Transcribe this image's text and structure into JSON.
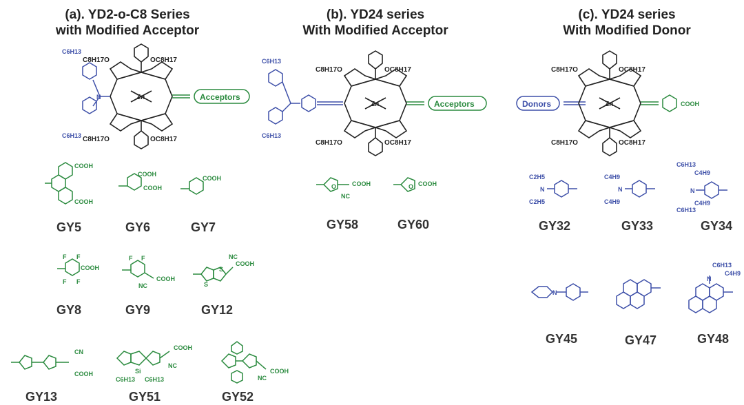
{
  "panels": [
    {
      "line1": "(a). YD2-o-C8 Series",
      "line2": "with Modified Acceptor",
      "accent_pill": "Acceptors"
    },
    {
      "line1": "(b). YD24 series",
      "line2": "With Modified Acceptor",
      "accent_pill": "Acceptors"
    },
    {
      "line1": "(c). YD24 series",
      "line2": "With Modified Donor",
      "accent_pill": "Donors"
    }
  ],
  "porphyrin": {
    "metal": "Zn",
    "alkoxy": "C8H17O",
    "alkoxy_r": "OC8H17",
    "hexyl": "C6H13"
  },
  "labels_a": [
    "GY5",
    "GY6",
    "GY7",
    "GY8",
    "GY9",
    "GY12",
    "GY13",
    "GY51",
    "GY52"
  ],
  "labels_b": [
    "GY58",
    "GY60"
  ],
  "labels_c": [
    "GY32",
    "GY33",
    "GY34",
    "GY45",
    "GY47",
    "GY48"
  ],
  "fragments": {
    "cooh": "COOH",
    "nc": "NC",
    "cn": "CN",
    "f": "F",
    "s": "S",
    "si": "Si",
    "o": "O",
    "n": "N",
    "ethyl": "C2H5",
    "butyl": "C4H9",
    "cooh_b": "COOH"
  },
  "colors": {
    "acceptor": "#2a8a3e",
    "donor": "#3d4fa8",
    "core": "#222222"
  }
}
